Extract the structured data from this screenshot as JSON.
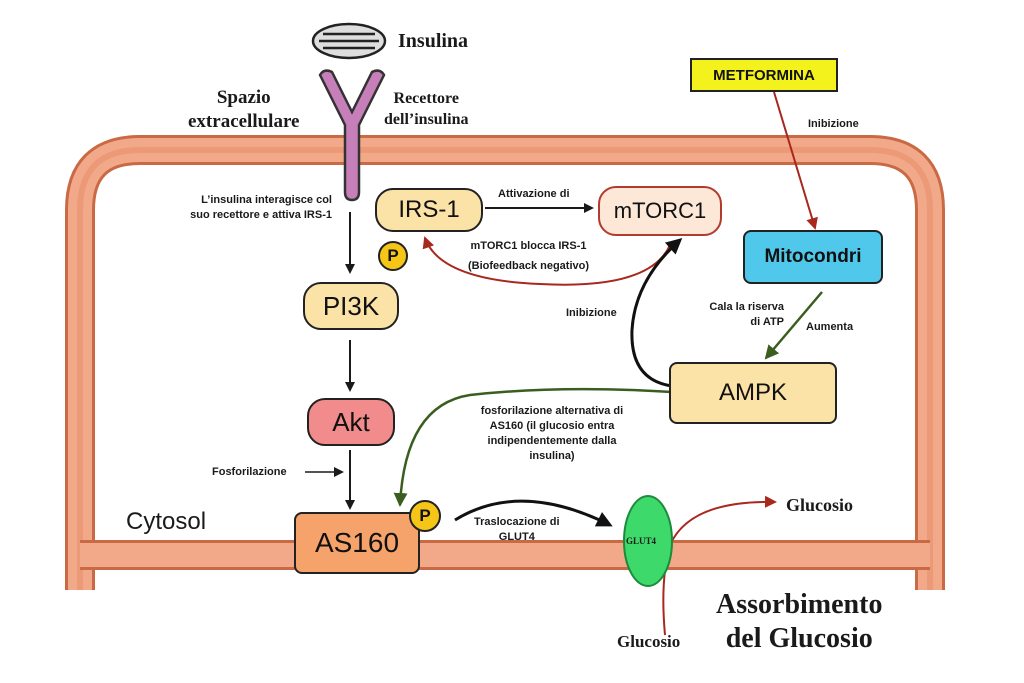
{
  "labels": {
    "insulin": "Insulina",
    "extracellular": "Spazio\nextracellulare",
    "receptor": "Recettore\ndell’insulina",
    "insulin_note": "L’insulina interagisce col\nsuo recettore e attiva IRS-1",
    "activation": "Attivazione di",
    "feedback": "mTORC1 blocca IRS-1\n(Biofeedback negativo)",
    "inhibition_metformin": "Inibizione",
    "atp_reserve": "Cala la riserva\ndi ATP",
    "increases": "Aumenta",
    "inhibition_ampk": "Inibizione",
    "alt_phosphorylation": "fosforilazione alternativa di\nAS160 (il glucosio entra\nindipendentemente dalla\ninsulina)",
    "phosphorylation": "Fosforilazione",
    "glut4_translocation": "Traslocazione di\nGLUT4",
    "cytosol": "Cytosol",
    "glucose_out": "Glucosio",
    "glucose_in": "Glucosio",
    "absorption": "Assorbimento\ndel Glucosio"
  },
  "nodes": {
    "irs1": "IRS-1",
    "mtorc1": "mTORC1",
    "pi3k": "PI3K",
    "akt": "Akt",
    "as160": "AS160",
    "ampk": "AMPK",
    "mitocondri": "Mitocondri",
    "metformina": "METFORMINA",
    "glut4": "GLUT4",
    "p_irs": "P",
    "p_as160": "P"
  },
  "colors": {
    "membrane": "#e8906a",
    "membrane_edge": "#c96a45",
    "receptor": "#c67fb8",
    "node_fill": "#fbe2a6",
    "akt_fill": "#f28b8b",
    "as160_fill": "#f5a36a",
    "mtorc1_fill": "#fde7d6",
    "mitocondri_fill": "#4fc8ec",
    "metformina_fill": "#f4f21c",
    "glut4_fill": "#3dd96a",
    "phospho": "#f5c518",
    "red_arrow": "#a8281e",
    "green_arrow": "#3a5e1f"
  }
}
